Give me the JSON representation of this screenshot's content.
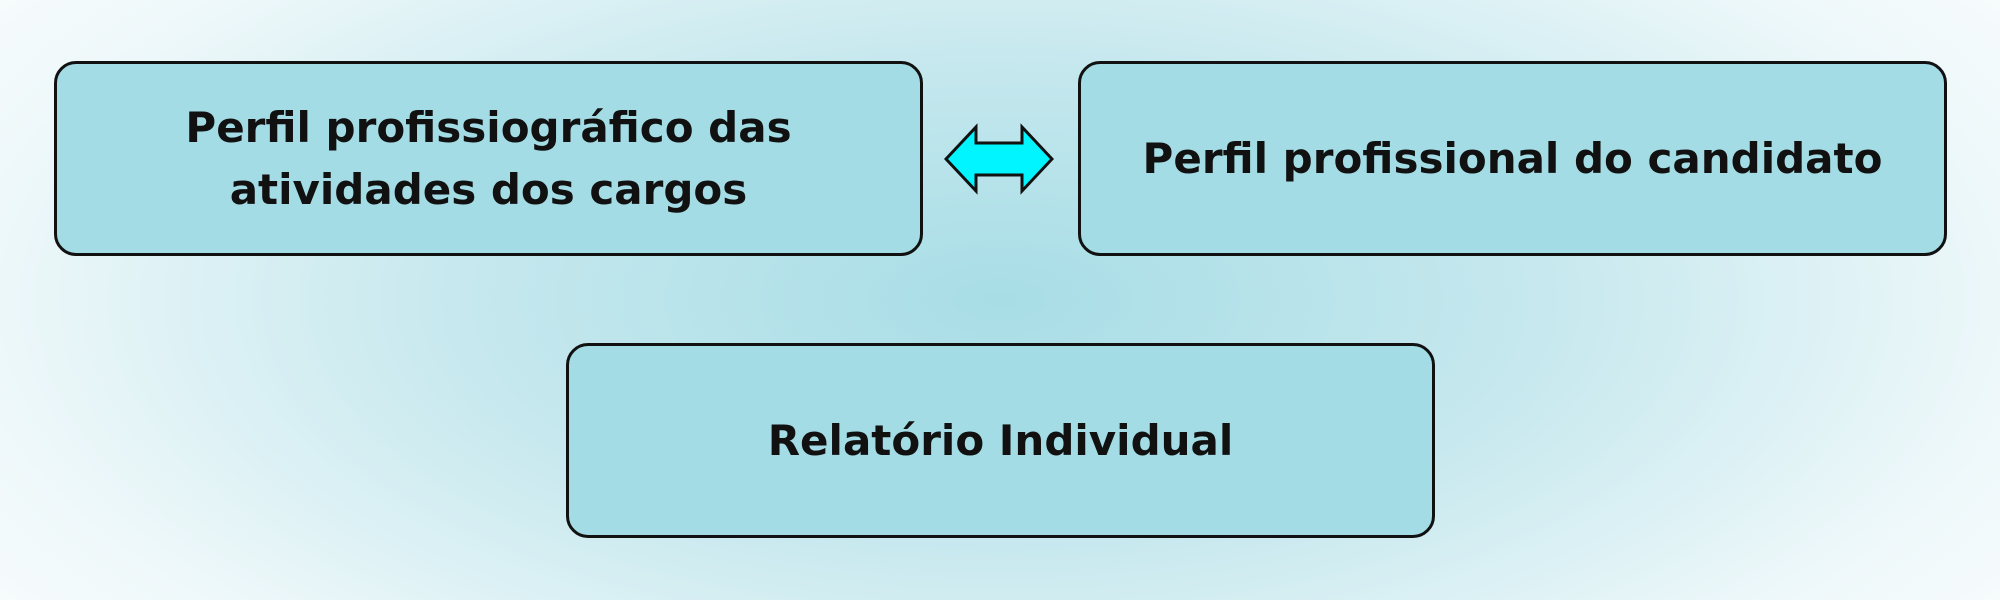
{
  "diagram": {
    "nodes": {
      "left": {
        "label": "Perfil profissiográfico das atividades dos cargos"
      },
      "right": {
        "label": "Perfil profissional do candidato"
      },
      "bottom": {
        "label": "Relatório Individual"
      }
    },
    "connector": {
      "type": "double-headed-arrow",
      "from": "left",
      "to": "right",
      "fill_color": "#00f5ff"
    },
    "colors": {
      "node_fill": "#a3dce5",
      "node_border": "#111111",
      "text": "#111111",
      "background_center": "#a8dde6",
      "background_edge": "#f6fbfc"
    }
  }
}
